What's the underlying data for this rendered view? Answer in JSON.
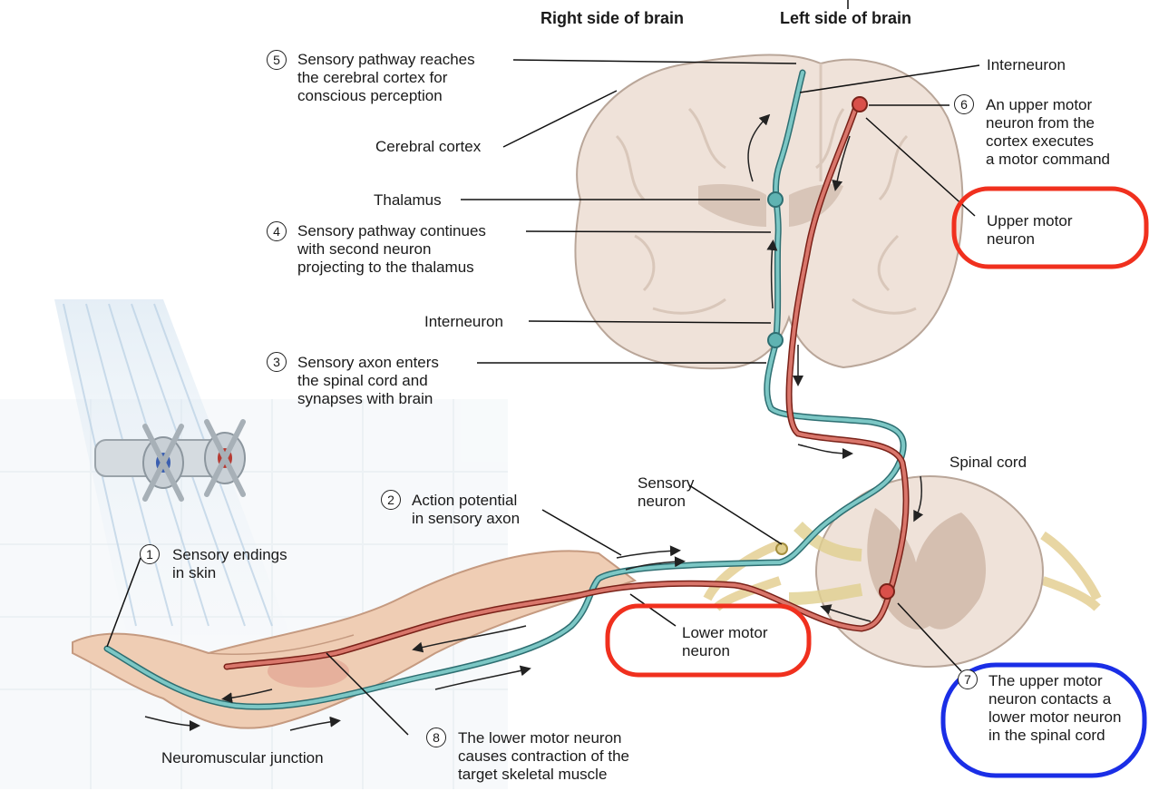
{
  "headers": {
    "right_side": "Right side of brain",
    "left_side": "Left side of brain"
  },
  "steps": [
    {
      "num": "5",
      "lines": [
        "Sensory pathway reaches",
        "the cerebral cortex for",
        "conscious perception"
      ]
    },
    {
      "num": "4",
      "lines": [
        "Sensory pathway continues",
        "with second neuron",
        "projecting to the thalamus"
      ]
    },
    {
      "num": "3",
      "lines": [
        "Sensory axon enters",
        "the spinal cord and",
        "synapses with brain"
      ]
    },
    {
      "num": "2",
      "lines": [
        "Action potential",
        "in sensory axon"
      ]
    },
    {
      "num": "1",
      "lines": [
        "Sensory endings",
        "in skin"
      ]
    },
    {
      "num": "6",
      "lines": [
        "An upper motor",
        "neuron from the",
        "cortex executes",
        "a motor command"
      ]
    },
    {
      "num": "7",
      "lines": [
        "The upper motor",
        "neuron contacts a",
        "lower motor neuron",
        "in the spinal cord"
      ]
    },
    {
      "num": "8",
      "lines": [
        "The  lower motor neuron",
        "causes contraction of the",
        "target skeletal muscle"
      ]
    }
  ],
  "labels": {
    "cerebral_cortex": "Cerebral cortex",
    "thalamus": "Thalamus",
    "interneuron_top": "Interneuron",
    "interneuron_mid": "Interneuron",
    "upper_motor_neuron": [
      "Upper motor",
      "neuron"
    ],
    "spinal_cord": "Spinal cord",
    "sensory_neuron": [
      "Sensory",
      "neuron"
    ],
    "lower_motor_neuron": [
      "Lower motor",
      "neuron"
    ],
    "neuromuscular_junction": "Neuromuscular junction"
  },
  "highlights": {
    "red": "#f0301e",
    "blue": "#1a2ee6"
  },
  "colors": {
    "sensory_pathway": "#4fa3a5",
    "motor_pathway": "#c0453a",
    "brain_tissue": "#efe2d9",
    "skin": "#efcdb4"
  }
}
